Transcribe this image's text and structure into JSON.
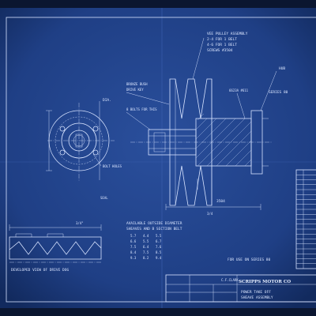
{
  "title_block": {
    "company": "SCRIPPS MOTOR CO",
    "drawn_by": "C.F.CLARK",
    "title_line1": "POWER TAKE OFF",
    "title_line2": "SHEAVE ASSEMBLY"
  },
  "notes": {
    "v_pulley": "VEE PULLEY ASSEMBLY",
    "belt1": "2-4 FOR 1 BELT",
    "belt2": "4-6 FOR 1 BELT",
    "screw": "SCREWS #3504",
    "hub": "HUB",
    "bolt_holes": "BOLT HOLES",
    "dia": "DIA.",
    "eight_bolts": "8 BOLTS FOR THIS",
    "bronze": "BRONZE BUSH",
    "drive": "DRIVE KEY",
    "seal": "SEAL",
    "developed": "DEVELOPED VIEW OF DRIVE DOG",
    "available": "AVAILABLE OUTSIDE DIAMETER",
    "sheave": "SHEAVES AND B SECTION BELT",
    "for_use": "FOR USE ON SERIES 80",
    "ref": "6623A #611",
    "dim_3504": "3504",
    "dim_bottom": "3/4",
    "dim_top": "3/4\"",
    "series_note": "SERIES 80"
  },
  "table_rows": [
    [
      "5.7",
      "4.4",
      "5.5"
    ],
    [
      "6.6",
      "5.5",
      "6.7"
    ],
    [
      "7.5",
      "6.4",
      "7.6"
    ],
    [
      "8.4",
      "7.5",
      "8.5"
    ],
    [
      "9.3",
      "8.2",
      "9.4"
    ]
  ]
}
